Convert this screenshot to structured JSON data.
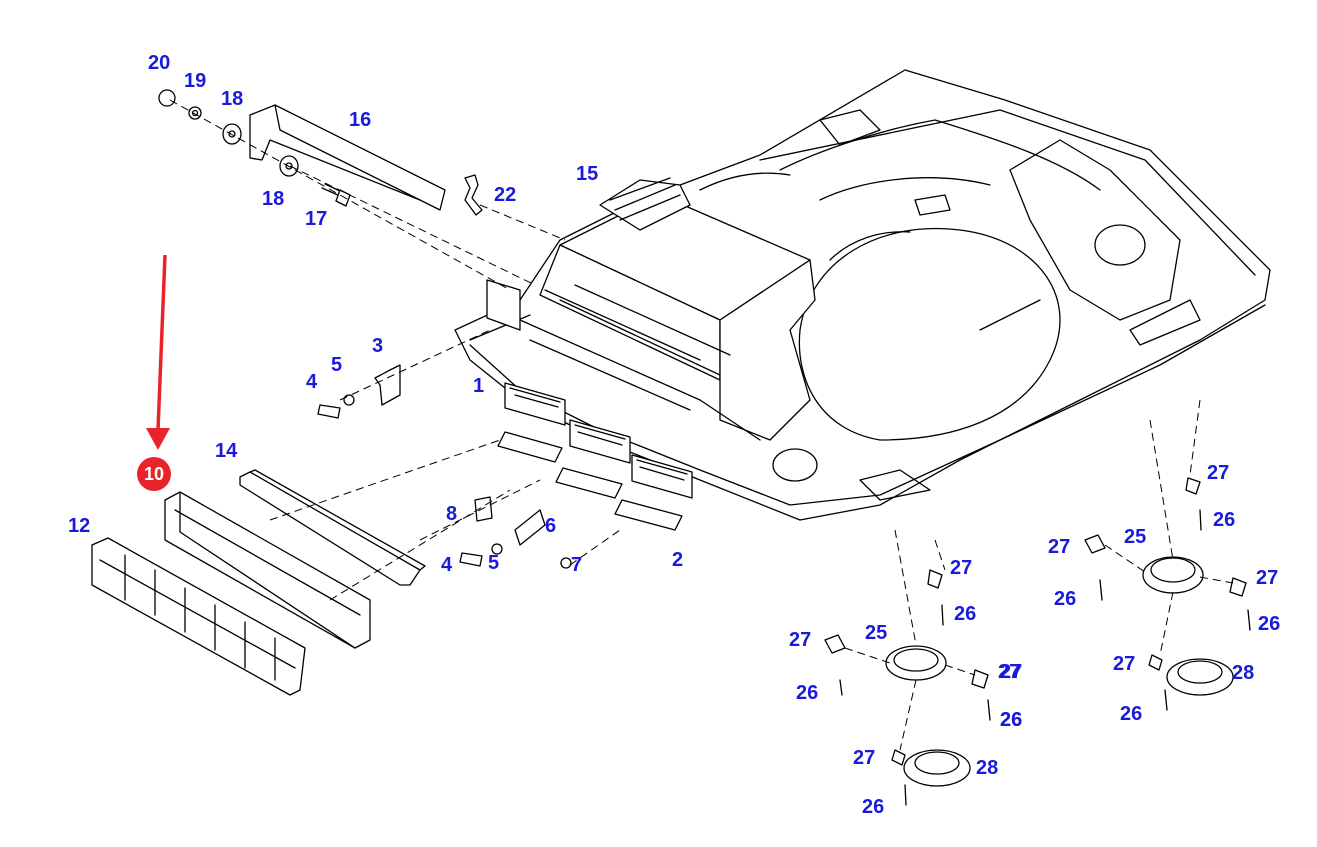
{
  "colors": {
    "callout": "#1a1adc",
    "highlight": "#e8242a",
    "line": "#000000"
  },
  "callouts": [
    {
      "id": "c20",
      "label": "20"
    },
    {
      "id": "c19",
      "label": "19"
    },
    {
      "id": "c18a",
      "label": "18"
    },
    {
      "id": "c16",
      "label": "16"
    },
    {
      "id": "c18b",
      "label": "18"
    },
    {
      "id": "c17",
      "label": "17"
    },
    {
      "id": "c22",
      "label": "22"
    },
    {
      "id": "c15",
      "label": "15"
    },
    {
      "id": "c3",
      "label": "3"
    },
    {
      "id": "c5a",
      "label": "5"
    },
    {
      "id": "c4a",
      "label": "4"
    },
    {
      "id": "c1",
      "label": "1"
    },
    {
      "id": "c14",
      "label": "14"
    },
    {
      "id": "c12",
      "label": "12"
    },
    {
      "id": "c8",
      "label": "8"
    },
    {
      "id": "c6",
      "label": "6"
    },
    {
      "id": "c4b",
      "label": "4"
    },
    {
      "id": "c5b",
      "label": "5"
    },
    {
      "id": "c7",
      "label": "7"
    },
    {
      "id": "c2",
      "label": "2"
    },
    {
      "id": "c27a",
      "label": "27"
    },
    {
      "id": "c26a",
      "label": "26"
    },
    {
      "id": "c27b",
      "label": "27"
    },
    {
      "id": "c25a",
      "label": "25"
    },
    {
      "id": "c27c",
      "label": "27"
    },
    {
      "id": "c26b",
      "label": "26"
    },
    {
      "id": "c27d",
      "label": "27"
    },
    {
      "id": "c26c",
      "label": "26"
    },
    {
      "id": "c26d",
      "label": "26"
    },
    {
      "id": "c27e",
      "label": "27"
    },
    {
      "id": "c28a",
      "label": "28"
    },
    {
      "id": "c26e",
      "label": "26"
    },
    {
      "id": "c27f",
      "label": "27"
    },
    {
      "id": "c26f",
      "label": "26"
    },
    {
      "id": "c27g",
      "label": "27"
    },
    {
      "id": "c25b",
      "label": "25"
    },
    {
      "id": "c26g",
      "label": "26"
    },
    {
      "id": "c27h",
      "label": "27"
    },
    {
      "id": "c26h",
      "label": "26"
    },
    {
      "id": "c27i",
      "label": "27"
    },
    {
      "id": "c28b",
      "label": "28"
    },
    {
      "id": "c26i",
      "label": "26"
    }
  ],
  "highlight_badge": {
    "label": "10"
  }
}
